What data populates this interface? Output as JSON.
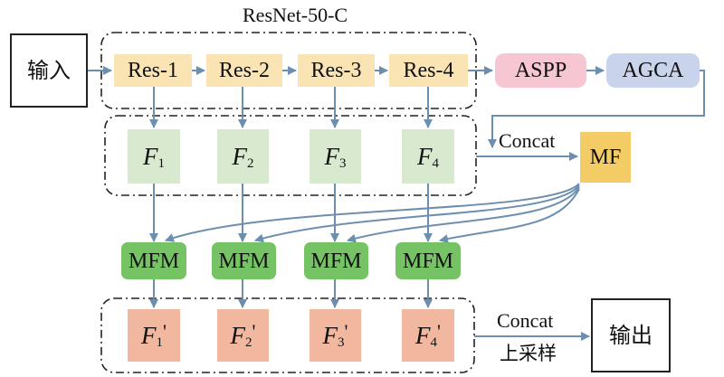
{
  "title": "ResNet-50-C",
  "input": "输入",
  "output": "输出",
  "res_blocks": [
    "Res-1",
    "Res-2",
    "Res-3",
    "Res-4"
  ],
  "aspp": "ASPP",
  "agca": "AGCA",
  "mf": "MF",
  "concat_top": "Concat",
  "concat_bottom": "Concat",
  "upsample": "上采样",
  "features": [
    {
      "base": "F",
      "sub": "1"
    },
    {
      "base": "F",
      "sub": "2"
    },
    {
      "base": "F",
      "sub": "3"
    },
    {
      "base": "F",
      "sub": "4"
    }
  ],
  "mfm": [
    "MFM",
    "MFM",
    "MFM",
    "MFM"
  ],
  "features_out": [
    {
      "base": "F",
      "sub": "1",
      "prime": "'"
    },
    {
      "base": "F",
      "sub": "2",
      "prime": "'"
    },
    {
      "base": "F",
      "sub": "3",
      "prime": "'"
    },
    {
      "base": "F",
      "sub": "4",
      "prime": "'"
    }
  ],
  "colors": {
    "arrow": "#6c8fb0",
    "res": "#fbe4b4",
    "aspp": "#f6c6d2",
    "agca": "#c9d4ec",
    "mf": "#f4cc66",
    "feature": "#d9e9cf",
    "mfm": "#76c365",
    "feature_out": "#f2b79f"
  }
}
